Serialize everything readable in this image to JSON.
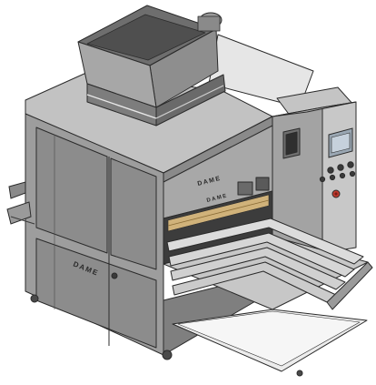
{
  "machine": {
    "brand_marks": [
      "DAME",
      "DAME",
      "DAME"
    ]
  },
  "colors": {
    "body_light": "#b9b9b9",
    "body_mid": "#9a9a9a",
    "body_dark": "#7d7d7d",
    "body_darker": "#5f5f5f",
    "outline": "#2b2b2b",
    "screen": "#b8c4d0",
    "panel": "#c9c9c9",
    "metal": "#dadada",
    "red_button": "#c23b2f"
  }
}
